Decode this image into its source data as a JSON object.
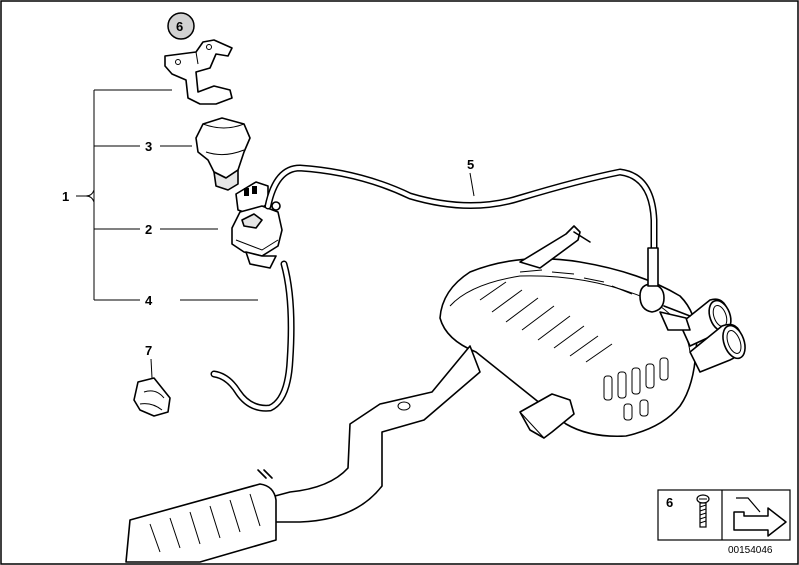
{
  "callouts": {
    "assembly": "1",
    "part2": "2",
    "part3": "3",
    "part4": "4",
    "part5": "5",
    "bracket": "6",
    "clip": "7"
  },
  "legend": {
    "screw_number": "6",
    "screw_icon": "screw-icon",
    "arrow_icon": "arrow-icon"
  },
  "diagram_ref": "00154046"
}
